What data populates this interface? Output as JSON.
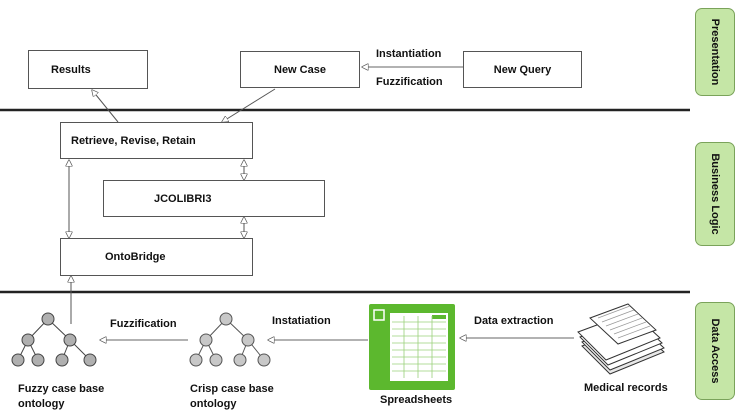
{
  "layers": {
    "presentation": "Presentation",
    "business_logic": "Business Logic",
    "data_access": "Data Access"
  },
  "boxes": {
    "results": "Results",
    "new_case": "New Case",
    "new_query": "New Query",
    "retrieve": "Retrieve, Revise, Retain",
    "jcolibri": "JCOLIBRI3",
    "ontobridge": "OntoBridge"
  },
  "arrows": {
    "instantiation": "Instantiation",
    "fuzzification_top": "Fuzzification",
    "fuzzification_bottom": "Fuzzification",
    "instatiation": "Instatiation",
    "data_extraction": "Data extraction"
  },
  "nodes": {
    "fuzzy_line1": "Fuzzy case base",
    "fuzzy_line2": "ontology",
    "crisp_line1": "Crisp case base",
    "crisp_line2": "ontology",
    "spreadsheets": "Spreadsheets",
    "medical_records": "Medical records"
  },
  "colors": {
    "layer_fill": "#c5e6a6",
    "spreadsheet_green": "#5cb82e",
    "tree_node": "#b0b0b0"
  },
  "icons": {
    "fuzzy_tree": "tree-icon",
    "crisp_tree": "tree-icon",
    "spreadsheet": "spreadsheet-icon",
    "medical_records": "documents-stack-icon"
  }
}
